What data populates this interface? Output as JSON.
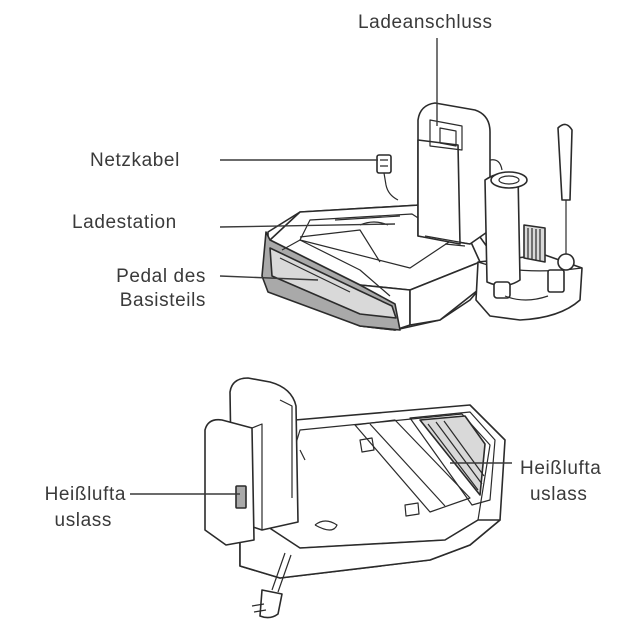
{
  "labels": {
    "ladeanschluss": "Ladeanschluss",
    "netzkabel": "Netzkabel",
    "ladestation": "Ladestation",
    "pedal_line1": "Pedal des",
    "pedal_line2": "Basisteils",
    "heissluft_left_line1": "Heißlufta",
    "heissluft_left_line2": "uslass",
    "heissluft_right_line1": "Heißlufta",
    "heissluft_right_line2": "uslass"
  }
}
